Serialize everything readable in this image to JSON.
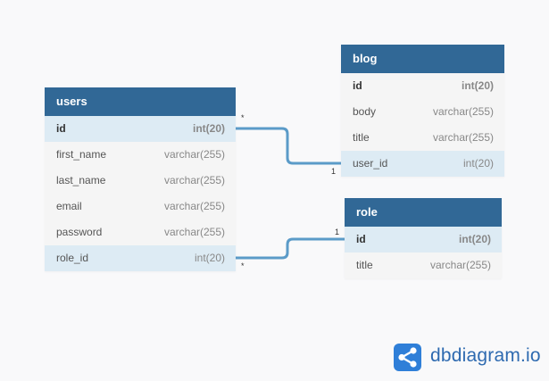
{
  "tables": {
    "users": {
      "name": "users",
      "fields": [
        {
          "name": "id",
          "type": "int(20)"
        },
        {
          "name": "first_name",
          "type": "varchar(255)"
        },
        {
          "name": "last_name",
          "type": "varchar(255)"
        },
        {
          "name": "email",
          "type": "varchar(255)"
        },
        {
          "name": "password",
          "type": "varchar(255)"
        },
        {
          "name": "role_id",
          "type": "int(20)"
        }
      ]
    },
    "blog": {
      "name": "blog",
      "fields": [
        {
          "name": "id",
          "type": "int(20)"
        },
        {
          "name": "body",
          "type": "varchar(255)"
        },
        {
          "name": "title",
          "type": "varchar(255)"
        },
        {
          "name": "user_id",
          "type": "int(20)"
        }
      ]
    },
    "role": {
      "name": "role",
      "fields": [
        {
          "name": "id",
          "type": "int(20)"
        },
        {
          "name": "title",
          "type": "varchar(255)"
        }
      ]
    }
  },
  "relationships": [
    {
      "from": "users.id",
      "to": "blog.user_id",
      "from_card": "*",
      "to_card": "1"
    },
    {
      "from": "users.role_id",
      "to": "role.id",
      "from_card": "*",
      "to_card": "1"
    }
  ],
  "colors": {
    "header": "#316896",
    "link": "#5b9bc8",
    "ref_row": "#ddebf4",
    "brand": "#2e6ab0"
  },
  "brand": {
    "name": "dbdiagram.io",
    "icon": "share-nodes-icon"
  }
}
